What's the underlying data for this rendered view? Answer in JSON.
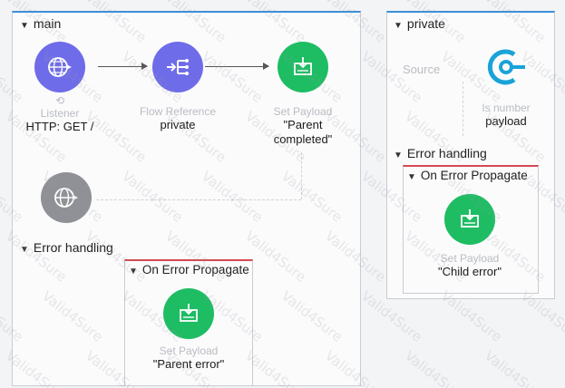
{
  "main_flow": {
    "title": "main",
    "listener": {
      "type": "Listener",
      "value": "HTTP: GET /"
    },
    "flow_reference": {
      "type": "Flow Reference",
      "value": "private"
    },
    "set_payload": {
      "type": "Set Payload",
      "value": "\"Parent completed\""
    },
    "error_handling": {
      "title": "Error handling",
      "propagate": {
        "title": "On Error Propagate",
        "set_payload": {
          "type": "Set Payload",
          "value": "\"Parent error\""
        }
      }
    }
  },
  "private_flow": {
    "title": "private",
    "source_label": "Source",
    "is_number": {
      "type": "Is number",
      "value": "payload"
    },
    "error_handling": {
      "title": "Error handling",
      "propagate": {
        "title": "On Error Propagate",
        "set_payload": {
          "type": "Set Payload",
          "value": "\"Child error\""
        }
      }
    }
  },
  "watermark": "Valid4Sure",
  "colors": {
    "purple": "#6f6ce9",
    "green": "#1ebd63",
    "gray": "#8f9196",
    "accent": "#3b8ed8",
    "error": "#d34a52"
  }
}
